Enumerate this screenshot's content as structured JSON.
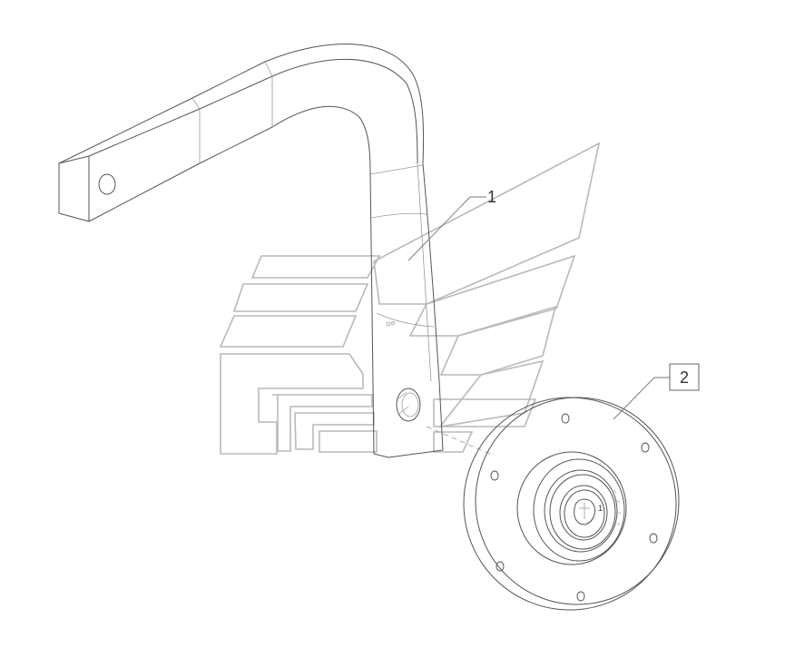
{
  "callouts": [
    {
      "label": "1",
      "part": "shank-tine",
      "boxed": false
    },
    {
      "label": "2",
      "part": "hub-disc",
      "boxed": true
    }
  ],
  "hub_marking": "1",
  "colors": {
    "line": "#555555",
    "watermark": "#b9b9b9",
    "background": "#ffffff"
  }
}
